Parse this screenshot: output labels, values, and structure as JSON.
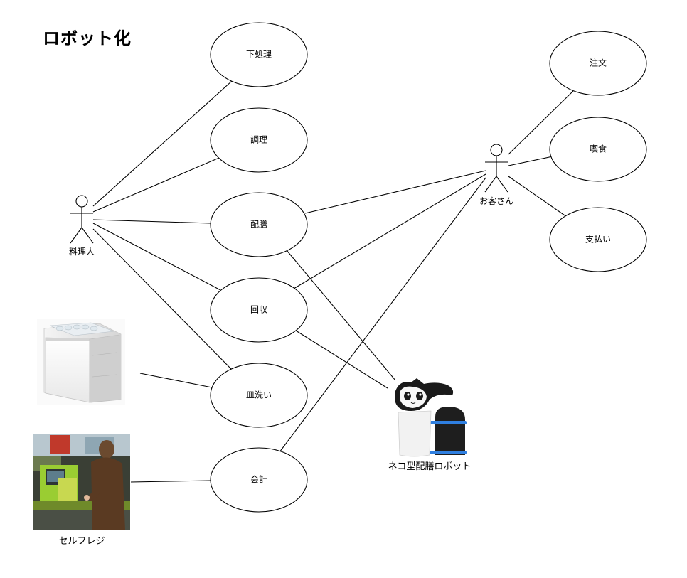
{
  "title": "ロボット化",
  "actors": {
    "cook": "料理人",
    "customer": "お客さん"
  },
  "use_cases": {
    "prep": "下処理",
    "cooking": "調理",
    "serving": "配膳",
    "collecting": "回収",
    "dishwashing": "皿洗い",
    "checkout": "会計",
    "order": "注文",
    "eating": "喫食",
    "payment": "支払い"
  },
  "images": {
    "robot": "ネコ型配膳ロボット",
    "selfreg": "セルフレジ",
    "dishwasher": ""
  },
  "colors": {
    "line": "#000000",
    "robot_accent": "#2f7fe0",
    "register_green": "#9acd32"
  }
}
